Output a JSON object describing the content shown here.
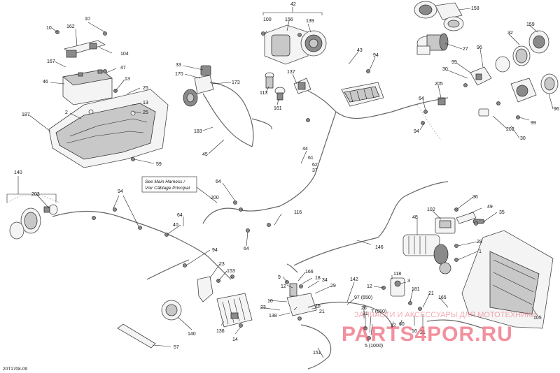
{
  "diagram": {
    "note": [
      "See Main Harness /",
      "Voir Câblage Principal"
    ],
    "code": "20T1708-09",
    "watermark_line1": "ЗАПЧАСТИ И АКСЕССУАРЫ ДЛЯ МОТОТЕХНИКИ",
    "watermark_line2": "PARTS4POR.RU",
    "callouts": {
      "c42": "42",
      "c100": "100",
      "c156": "156",
      "c139": "139",
      "c10a": "10",
      "c10b": "10",
      "c162": "162",
      "c104": "104",
      "c167": "167",
      "c47": "47",
      "c46": "46",
      "c13a": "13",
      "c25a": "25",
      "c13b": "13",
      "c25b": "25",
      "c2": "2",
      "c187": "187",
      "c59": "59",
      "c33": "33",
      "c170": "170",
      "c173": "173",
      "c183": "183",
      "c45": "45",
      "c113": "113",
      "c161": "161",
      "c137": "137",
      "c43": "43",
      "c94a": "94",
      "c158": "158",
      "c32": "32",
      "c159": "159",
      "c27": "27",
      "c96a": "96",
      "c99a": "99",
      "c30a": "30",
      "c205": "205",
      "c64a": "64",
      "c94b": "94",
      "c96b": "96",
      "c99b": "99",
      "c202": "202",
      "c30b": "30",
      "c140a": "140",
      "c203": "203",
      "c94c": "94",
      "c200": "200",
      "c64b": "64",
      "c64c": "64",
      "c40": "40",
      "c44": "44",
      "c61": "61",
      "c62": "62",
      "c37": "37",
      "c116": "116",
      "c36": "36",
      "c102": "102",
      "c49": "49",
      "c35": "35",
      "c48": "48",
      "c28": "28",
      "c1": "1",
      "c146": "146",
      "c94d": "94",
      "c23a": "23",
      "c153": "153",
      "c9": "9",
      "c12a": "12",
      "c166": "166",
      "c18": "18",
      "c34": "34",
      "c29": "29",
      "c142": "142",
      "c118": "118",
      "c12b": "12",
      "c3": "3",
      "c181": "181",
      "c21a": "21",
      "c165": "165",
      "c105": "105",
      "c10c": "10",
      "c23b": "23",
      "c138": "138",
      "c26a": "26",
      "c21b": "21",
      "c97": "97 (650)",
      "c26b": "26",
      "c31": "31",
      "c7": "7 (650)",
      "c12c": "12",
      "c60": "60",
      "c16": "16",
      "c21c": "21",
      "c5": "5 (1000)",
      "c140b": "140",
      "c136": "136",
      "c14": "14",
      "c57": "57",
      "c151": "151",
      "c64d": "64"
    }
  }
}
